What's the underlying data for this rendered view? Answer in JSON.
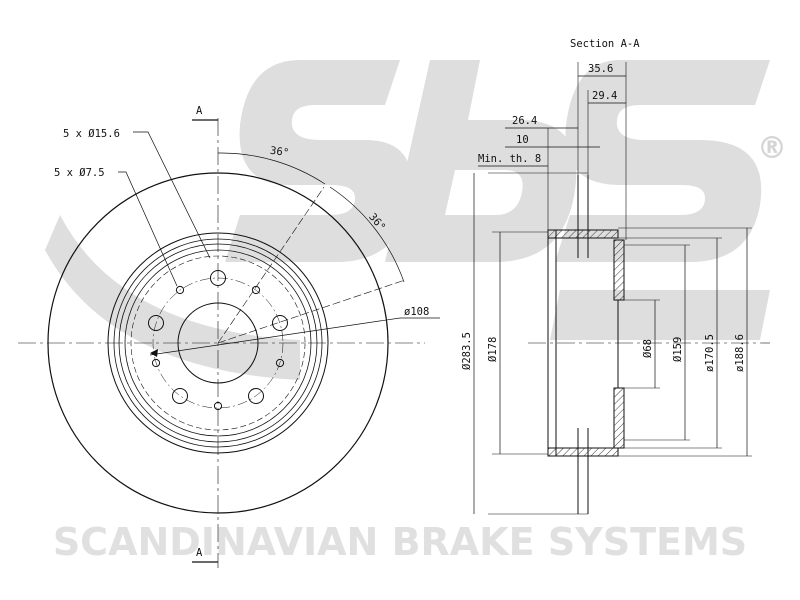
{
  "watermark": {
    "logo_text": "sbs",
    "registered_mark": "®",
    "slogan": "SCANDINAVIAN BRAKE SYSTEMS",
    "color": "#d9d9d9"
  },
  "front_view": {
    "section_marker_top": "A",
    "section_marker_bottom": "A",
    "bolt_holes_label": "5 x Ø15.6",
    "small_holes_label": "5 x Ø7.5",
    "angle_label_1": "36°",
    "angle_label_2": "36°",
    "pcd_label": "ø108"
  },
  "section_view": {
    "title": "Section A-A",
    "dim_total_width": "35.6",
    "dim_inner_width": "29.4",
    "dim_hat_depth": "26.4",
    "dim_min_thickness_value": "10",
    "dim_min_thickness_label": "Min. th. 8",
    "dim_outer_diameter": "Ø283.5",
    "dim_friction_inner": "Ø178",
    "dim_center_bore": "Ø68",
    "dim_hat_diameter": "Ø159",
    "dim_drum_inner": "ø170.5",
    "dim_drum_outer": "ø188.6"
  },
  "colors": {
    "line": "#111111",
    "watermark": "#d9d9d9"
  }
}
